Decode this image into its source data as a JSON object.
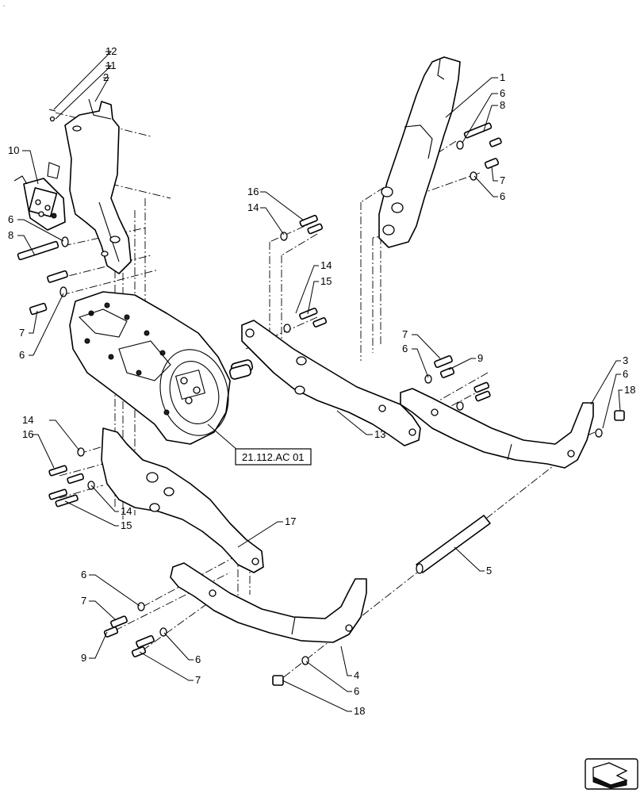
{
  "corner_mark": ".",
  "reference_label": "21.112.AC 01",
  "callouts": [
    {
      "id": "c12a",
      "text": "12"
    },
    {
      "id": "c11a",
      "text": "11"
    },
    {
      "id": "c2",
      "text": "2"
    },
    {
      "id": "c10",
      "text": "10"
    },
    {
      "id": "c6a",
      "text": "6"
    },
    {
      "id": "c8a",
      "text": "8"
    },
    {
      "id": "c7a",
      "text": "7"
    },
    {
      "id": "c6b",
      "text": "6"
    },
    {
      "id": "c1",
      "text": "1"
    },
    {
      "id": "c6c",
      "text": "6"
    },
    {
      "id": "c8b",
      "text": "8"
    },
    {
      "id": "c7b",
      "text": "7"
    },
    {
      "id": "c6d",
      "text": "6"
    },
    {
      "id": "c16a",
      "text": "16"
    },
    {
      "id": "c14a",
      "text": "14"
    },
    {
      "id": "c14b",
      "text": "14"
    },
    {
      "id": "c15a",
      "text": "15"
    },
    {
      "id": "c7c",
      "text": "7"
    },
    {
      "id": "c6e",
      "text": "6"
    },
    {
      "id": "c9a",
      "text": "9"
    },
    {
      "id": "c3",
      "text": "3"
    },
    {
      "id": "c6f",
      "text": "6"
    },
    {
      "id": "c18a",
      "text": "18"
    },
    {
      "id": "c13",
      "text": "13"
    },
    {
      "id": "c14c",
      "text": "14"
    },
    {
      "id": "c16b",
      "text": "16"
    },
    {
      "id": "c14d",
      "text": "14"
    },
    {
      "id": "c15b",
      "text": "15"
    },
    {
      "id": "c17",
      "text": "17"
    },
    {
      "id": "c5",
      "text": "5"
    },
    {
      "id": "c6g",
      "text": "6"
    },
    {
      "id": "c7d",
      "text": "7"
    },
    {
      "id": "c9b",
      "text": "9"
    },
    {
      "id": "c6h",
      "text": "6"
    },
    {
      "id": "c7e",
      "text": "7"
    },
    {
      "id": "c4",
      "text": "4"
    },
    {
      "id": "c6i",
      "text": "6"
    },
    {
      "id": "c18b",
      "text": "18"
    }
  ]
}
